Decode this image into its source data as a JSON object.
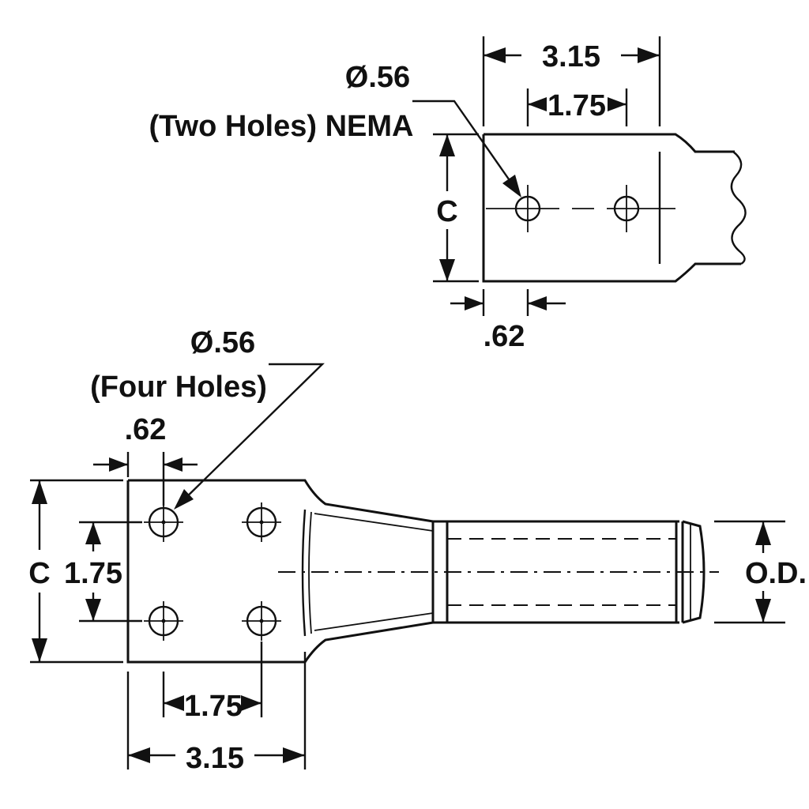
{
  "nema_view": {
    "width_label": "3.15",
    "hole_spacing_label": "1.75",
    "hole_callout_dia": "Ø.56",
    "hole_callout_desc": "(Two Holes) NEMA",
    "height_label": "C",
    "edge_offset_label": ".62"
  },
  "four_hole_view": {
    "hole_callout_dia": "Ø.56",
    "hole_callout_desc": "(Four Holes)",
    "edge_offset_label": ".62",
    "height_label": "C",
    "vertical_spacing_label": "1.75",
    "horizontal_spacing_label": "1.75",
    "width_label": "3.15",
    "barrel_label": "O.D."
  }
}
